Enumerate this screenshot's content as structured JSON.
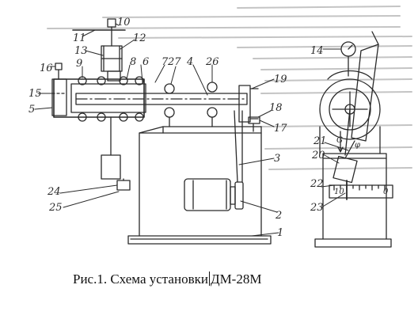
{
  "caption": {
    "before_cursor": "Рис.1. Схема установки",
    "after_cursor": "ДМ-28М"
  },
  "labels": [
    "1",
    "2",
    "3",
    "4",
    "5",
    "6",
    "7",
    "8",
    "9",
    "10",
    "11",
    "12",
    "13",
    "14",
    "15",
    "16",
    "17",
    "18",
    "19",
    "20",
    "21",
    "22",
    "23",
    "24",
    "25",
    "26",
    "27"
  ],
  "gauge_marks": {
    "g": "G",
    "phi": "φ",
    "scale_left": "10",
    "scale_right": "0"
  },
  "colors": {
    "ink": "#2a2a2a",
    "paper": "#ffffff",
    "bleed": "#b8b8b8"
  }
}
